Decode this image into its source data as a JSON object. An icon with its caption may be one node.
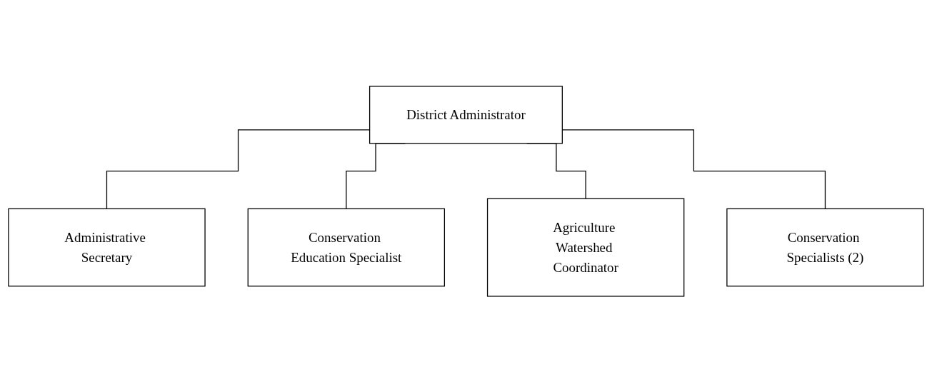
{
  "diagram": {
    "nodes": [
      {
        "text": [
          "District Administrator"
        ]
      },
      {
        "text": [
          "Administrative Secretary"
        ]
      },
      {
        "text": [
          "Conservation Education Specialist"
        ]
      },
      {
        "text": [
          "Agriculture Watershed Coordinator"
        ]
      },
      {
        "text": [
          "Conservation Specialists (2)"
        ]
      }
    ],
    "edges": [
      {
        "from": 0,
        "to": 1,
        "arrow": "none"
      },
      {
        "from": 0,
        "to": 2,
        "arrow": "none"
      },
      {
        "from": 0,
        "to": 3,
        "arrow": "none"
      },
      {
        "from": 0,
        "to": 4,
        "arrow": "none"
      }
    ]
  }
}
